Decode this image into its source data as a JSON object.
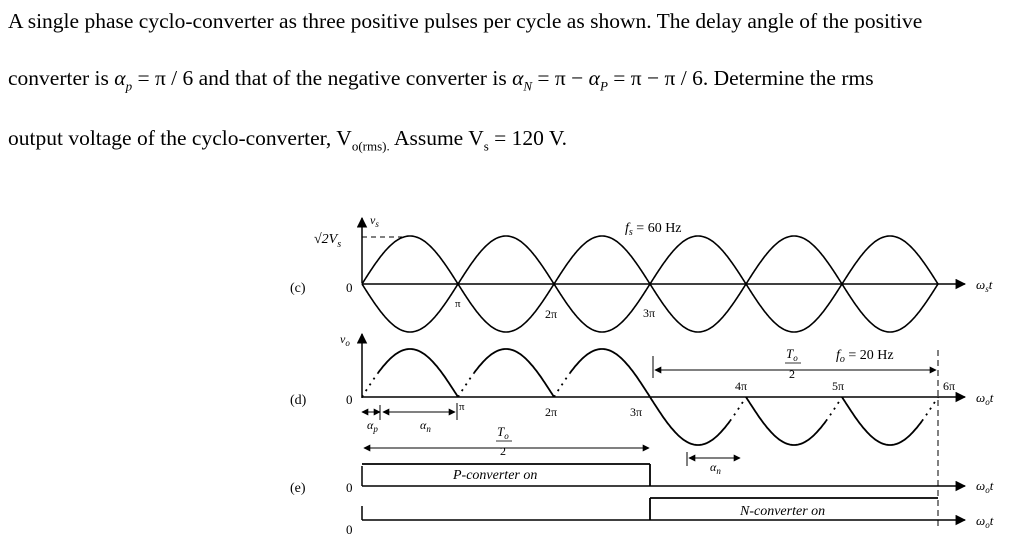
{
  "problem": {
    "line1": "A single phase cyclo-converter as three positive pulses per cycle as shown.  The delay angle of the positive",
    "line2_a": "converter is ",
    "alpha": "α",
    "sub_p": "p",
    "line2_b": " = π / 6 and that of the negative converter is ",
    "sub_N": "N",
    "line2_c": " = π − ",
    "sub_P": "P",
    "line2_d": " = π − π / 6. Determine the rms",
    "line3_a": "output voltage of the cyclo-converter, V",
    "line3_sub": "o(rms).",
    "line3_b": "  Assume V",
    "line3_sub2": "s",
    "line3_c": " = 120 V."
  },
  "diagram": {
    "rows": {
      "c": "(c)",
      "d": "(d)",
      "e": "(e)"
    },
    "zero": "0",
    "peak_label": "√2V",
    "peak_sub": "s",
    "vs_label": "v",
    "vs_sub": "s",
    "vo_label": "v",
    "vo_sub": "o",
    "fs_label": "f",
    "fs_sub": "s",
    "fs_value": " = 60 Hz",
    "fo_label": "f",
    "fo_sub": "o",
    "fo_value": " = 20 Hz",
    "axis_c": "ω",
    "axis_c_sub": "s",
    "axis_c_t": "t",
    "axis_o": "ω",
    "axis_o_sub": "o",
    "axis_o_t": "t",
    "pi": "π",
    "two_pi": "2π",
    "three_pi": "3π",
    "four_pi": "4π",
    "five_pi": "5π",
    "six_pi": "6π",
    "alpha_p": "α",
    "alpha_p_sub": "p",
    "alpha_n": "α",
    "alpha_n_sub": "n",
    "to_label": "T",
    "to_sub": "o",
    "to_den": "2",
    "p_converter": "P-converter on",
    "n_converter": "N-converter on"
  }
}
